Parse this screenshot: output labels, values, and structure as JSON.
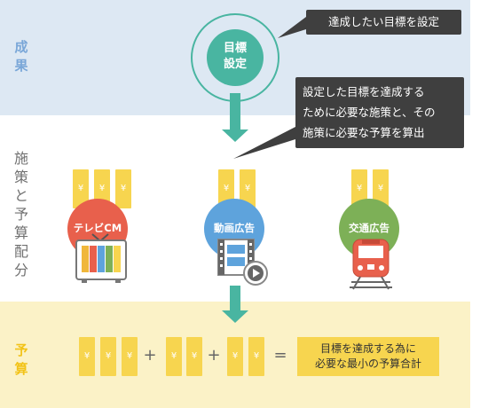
{
  "sections": {
    "result": "成果",
    "allocation": "施策と予算配分",
    "budget": "予算"
  },
  "goal_label_lines": [
    "目標",
    "設定"
  ],
  "callouts": {
    "top": "達成したい目標を設定",
    "middle_lines": [
      "設定した目標を達成する",
      "ために必要な施策と、その",
      "施策に必要な予算を算出"
    ]
  },
  "media": [
    {
      "label": "テレビCM",
      "color": "#e8604c",
      "notes": 3
    },
    {
      "label": "動画広告",
      "color": "#5ea3dc",
      "notes": 2
    },
    {
      "label": "交通広告",
      "color": "#7db057",
      "notes": 2
    }
  ],
  "currency_symbol": "¥",
  "equation": {
    "plus": "+",
    "equals": "=",
    "result_lines": [
      "目標を達成する為に",
      "必要な最小の予算合計"
    ]
  },
  "colors": {
    "teal": "#49b5a1",
    "note_yellow": "#f7d54f",
    "band_blue": "#dde8f3",
    "band_yellow": "#fbf2c7",
    "bubble_dark": "#3f3f3f"
  },
  "icons": [
    "tv-icon",
    "film-icon",
    "play-icon",
    "train-icon"
  ]
}
